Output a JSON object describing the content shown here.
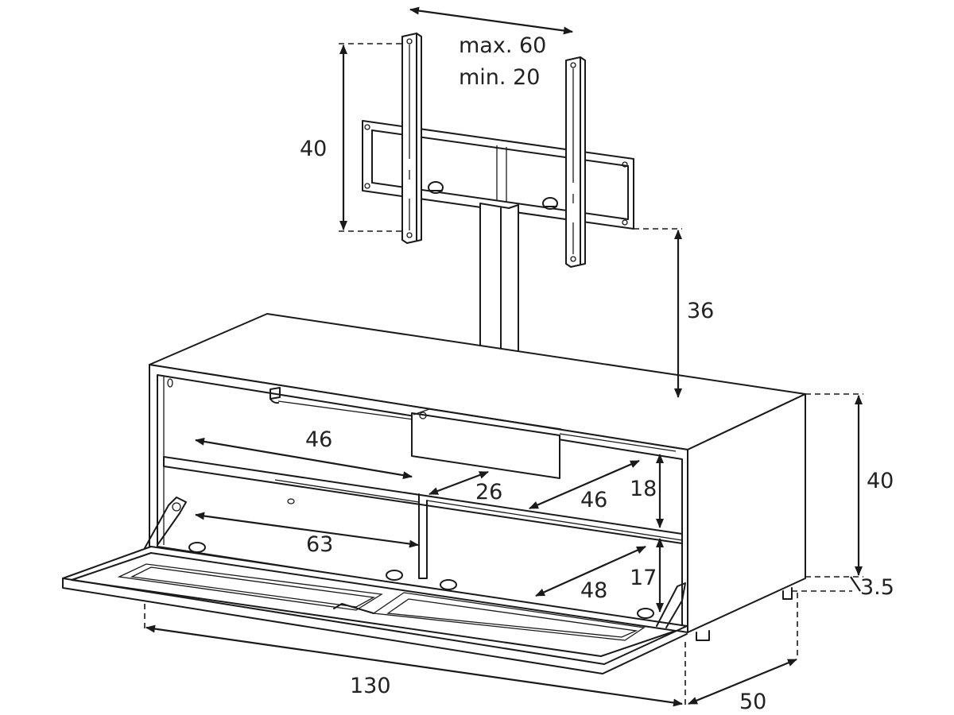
{
  "dimensions": {
    "bracket_span_max": "max. 60",
    "bracket_span_min": "min. 20",
    "bracket_height": "40",
    "bracket_clearance": "36",
    "cabinet_height": "40",
    "foot_height": "3.5",
    "width": "130",
    "depth": "50",
    "upper_shelf_width": "46",
    "upper_shelf_depth": "26",
    "upper_right_depth": "46",
    "upper_height": "18",
    "lower_width": "63",
    "lower_right_depth": "48",
    "lower_height": "17"
  },
  "colors": {
    "line": "#1a1a1a",
    "background": "#ffffff"
  }
}
